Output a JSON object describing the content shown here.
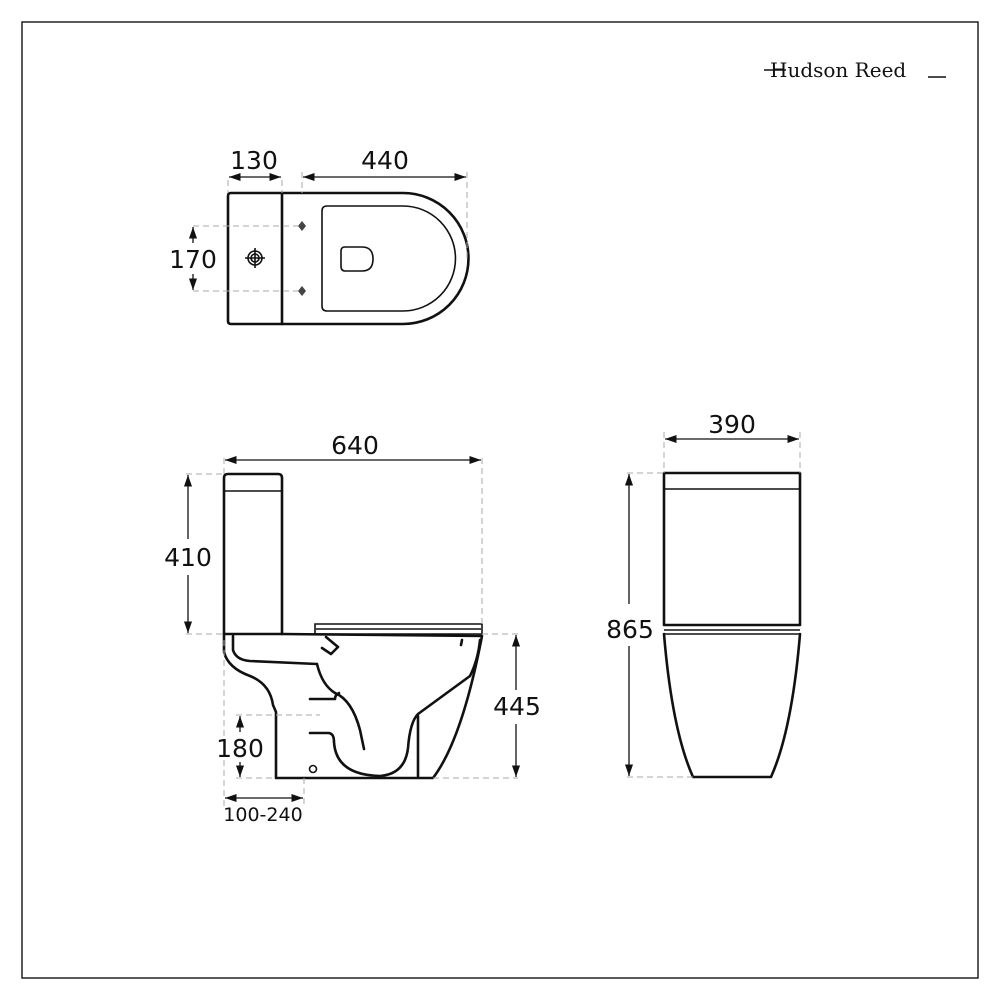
{
  "brand": {
    "logo_text": "Hudson Reed"
  },
  "top_view": {
    "dimensions": {
      "cistern_depth": "130",
      "pan_length": "440",
      "bolt_spacing": "170"
    }
  },
  "side_view": {
    "dimensions": {
      "overall_length": "640",
      "cistern_height": "410",
      "pan_height": "445",
      "waste_height": "180",
      "waste_setout": "100-240"
    }
  },
  "front_view": {
    "dimensions": {
      "width": "390",
      "overall_height": "865"
    }
  }
}
